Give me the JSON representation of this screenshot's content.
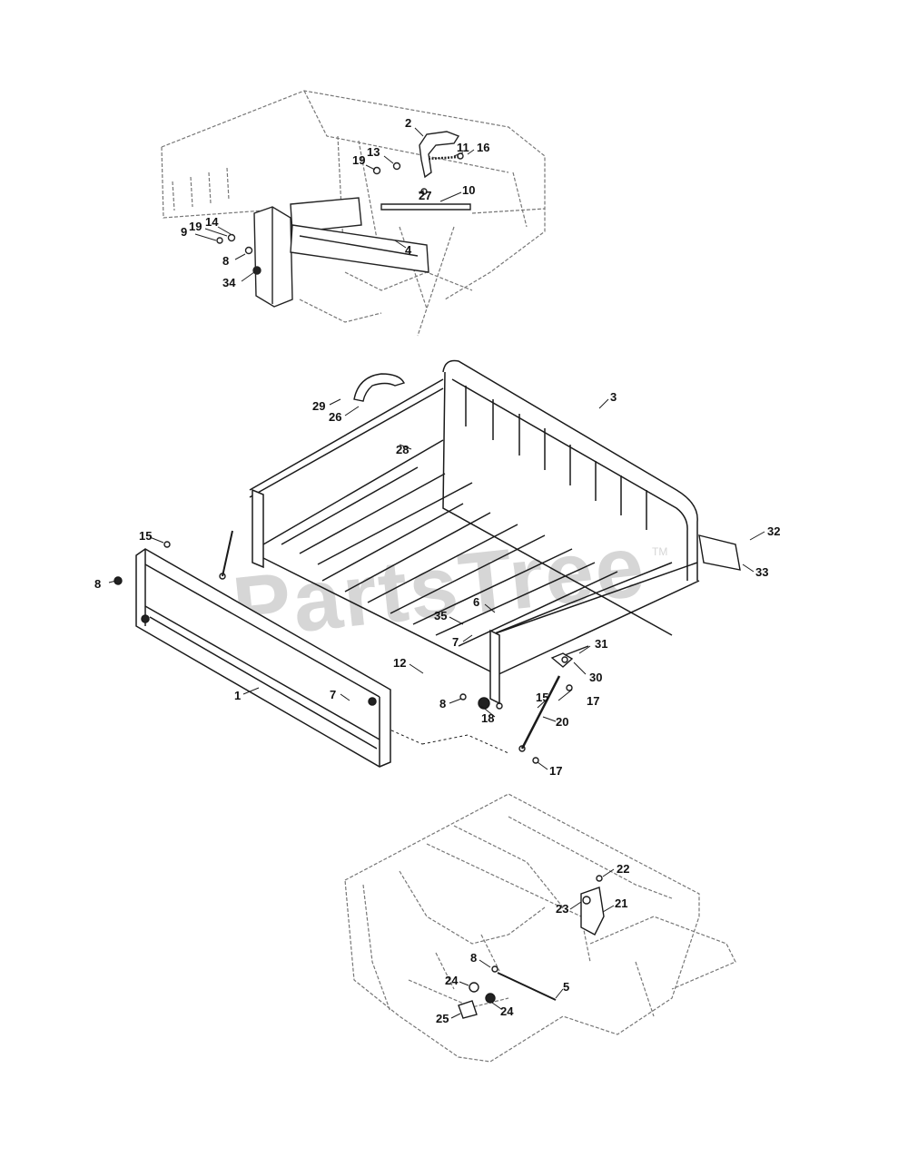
{
  "watermark": {
    "text": "PartsTree",
    "mark": "TM"
  },
  "callouts": {
    "top": [
      "2",
      "11",
      "16",
      "13",
      "19",
      "27",
      "10",
      "9",
      "19",
      "14",
      "4",
      "8",
      "34"
    ],
    "middle": [
      "29",
      "26",
      "28",
      "3",
      "32",
      "33",
      "15",
      "8",
      "1",
      "6",
      "35",
      "7",
      "31",
      "30",
      "12",
      "17",
      "7",
      "8",
      "18",
      "15",
      "20",
      "17"
    ],
    "bottom": [
      "22",
      "23",
      "21",
      "8",
      "24",
      "5",
      "25",
      "24"
    ]
  }
}
